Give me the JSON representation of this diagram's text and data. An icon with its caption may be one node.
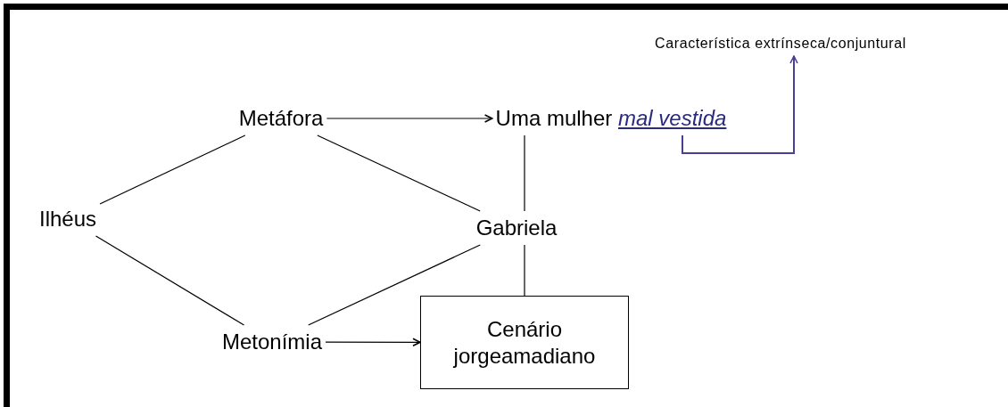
{
  "diagram": {
    "nodes": [
      {
        "text": [
          "Ilhéus"
        ]
      },
      {
        "text": [
          "Metáfora"
        ]
      },
      {
        "text": [
          "Uma mulher *mal vestida*"
        ]
      },
      {
        "text": [
          "Gabriela"
        ]
      },
      {
        "text": [
          "Metonímia"
        ]
      },
      {
        "text": [
          "Cenário jorgeamadiano"
        ]
      },
      {
        "text": [
          "Característica extrínseca/conjuntural"
        ]
      }
    ],
    "edges": [
      {
        "from": 0,
        "to": 1,
        "arrow": "none"
      },
      {
        "from": 0,
        "to": 4,
        "arrow": "none"
      },
      {
        "from": 1,
        "to": 2,
        "arrow": "to"
      },
      {
        "from": 1,
        "to": 3,
        "arrow": "none"
      },
      {
        "from": 2,
        "to": 3,
        "arrow": "none"
      },
      {
        "from": 4,
        "to": 3,
        "arrow": "none"
      },
      {
        "from": 4,
        "to": 5,
        "arrow": "to"
      },
      {
        "from": 3,
        "to": 5,
        "arrow": "none"
      },
      {
        "from": 2,
        "to": 6,
        "arrow": "to",
        "color": "#4a3f96"
      }
    ]
  }
}
